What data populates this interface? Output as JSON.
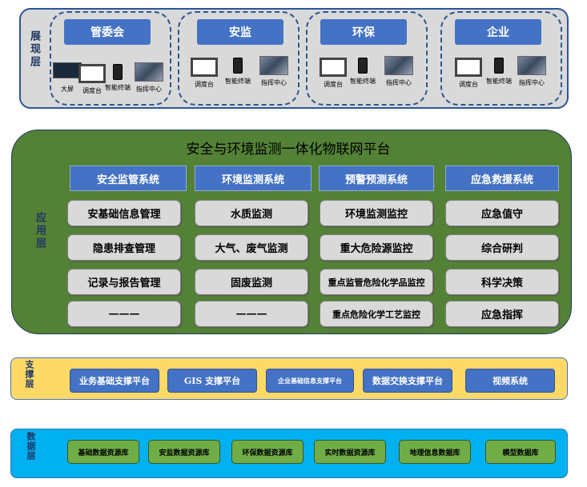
{
  "presentation": {
    "label": "展现层",
    "groups": [
      {
        "title": "管委会",
        "devices": [
          "大屏",
          "调度台",
          "智能终端",
          "指挥中心"
        ]
      },
      {
        "title": "安监",
        "devices": [
          "调度台",
          "智能终端",
          "指挥中心"
        ]
      },
      {
        "title": "环保",
        "devices": [
          "调度台",
          "智能终端",
          "指挥中心"
        ]
      },
      {
        "title": "企业",
        "devices": [
          "调度台",
          "智能终端",
          "指挥中心"
        ]
      }
    ]
  },
  "application": {
    "label": "应用层",
    "title": "安全与环境监测一体化物联网平台",
    "systems": [
      {
        "name": "安全监管系统",
        "items": [
          "安基础信息管理",
          "隐患排查管理",
          "记录与报告管理",
          "———"
        ]
      },
      {
        "name": "环境监测系统",
        "items": [
          "水质监测",
          "大气、废气监测",
          "固废监测",
          "———"
        ]
      },
      {
        "name": "预警预测系统",
        "items": [
          "环境监测监控",
          "重大危险源监控",
          "重点监管危险化学品监控",
          "重点危险化学工艺监控"
        ]
      },
      {
        "name": "应急救援系统",
        "items": [
          "应急值守",
          "综合研判",
          "科学决策",
          "应急指挥"
        ]
      }
    ]
  },
  "support": {
    "label": "支撑层",
    "items": [
      "业务基础支撑平台",
      "GIS 支撑平台",
      "企业基础信息支撑平台",
      "数据交换支撑平台",
      "视频系统"
    ]
  },
  "data_layer": {
    "label": "数据层",
    "items": [
      "基础数据资源库",
      "安监数据资源库",
      "环保数据资源库",
      "实时数据资源库",
      "地理信息数据库",
      "模型数据库"
    ]
  }
}
